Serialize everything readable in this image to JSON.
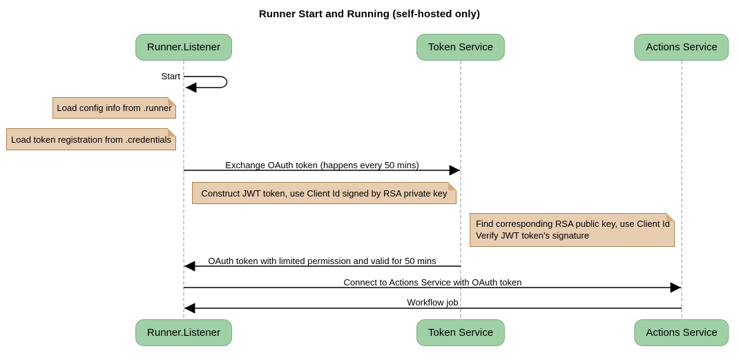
{
  "title": "Runner Start and Running (self-hosted only)",
  "participants": [
    {
      "name": "Runner.Listener"
    },
    {
      "name": "Token Service"
    },
    {
      "name": "Actions Service"
    }
  ],
  "messages": {
    "start": "Start",
    "exchange": "Exchange OAuth token (happens every 50 mins)",
    "oauth_return": "OAuth token with limited permission and valid for 50 mins",
    "connect": "Connect to Actions Service with OAuth token",
    "workflow": "Workflow job"
  },
  "notes": {
    "load_config": "Load config info from .runner",
    "load_credentials": "Load token registration from .credentials",
    "construct_jwt": "Construct JWT token, use Client Id signed by RSA private key",
    "verify_jwt": "Find corresponding RSA public key, use Client Id\nVerify JWT token's signature"
  },
  "colors": {
    "participant_fill": "#a0d0a5",
    "participant_border": "#82ab88",
    "note_fill": "#e9cdb0",
    "note_border": "#a9824c",
    "lifeline": "#aaaaaa",
    "arrow": "#000000"
  }
}
